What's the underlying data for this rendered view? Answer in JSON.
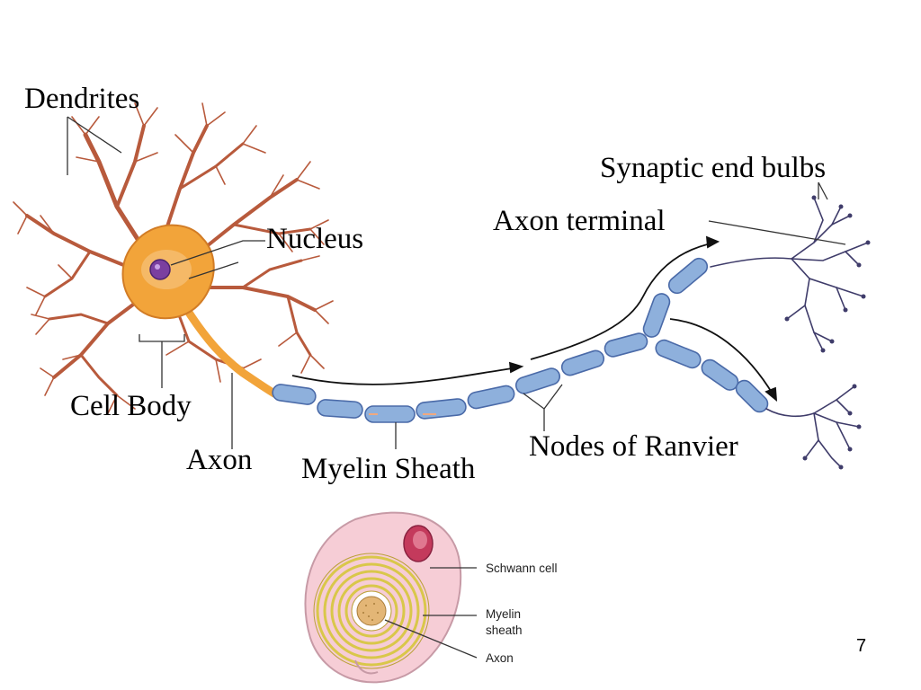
{
  "labels": {
    "dendrites": "Dendrites",
    "nucleus": "Nucleus",
    "cell_body": "Cell Body",
    "axon": "Axon",
    "myelin_sheath": "Myelin Sheath",
    "synaptic_end_bulbs": "Synaptic end bulbs",
    "axon_terminal": "Axon terminal",
    "nodes_of_ranvier": "Nodes of Ranvier"
  },
  "cross_section": {
    "schwann_cell": "Schwann cell",
    "myelin_line1": "Myelin",
    "myelin_line2": "sheath",
    "axon": "Axon"
  },
  "page_number": "7",
  "colors": {
    "cell_body": "#f2a43a",
    "dendrite": "#b85a3c",
    "myelin": "#8eb0dc",
    "nucleus": "#7b3fa0",
    "schwann": "#f6cdd6"
  }
}
